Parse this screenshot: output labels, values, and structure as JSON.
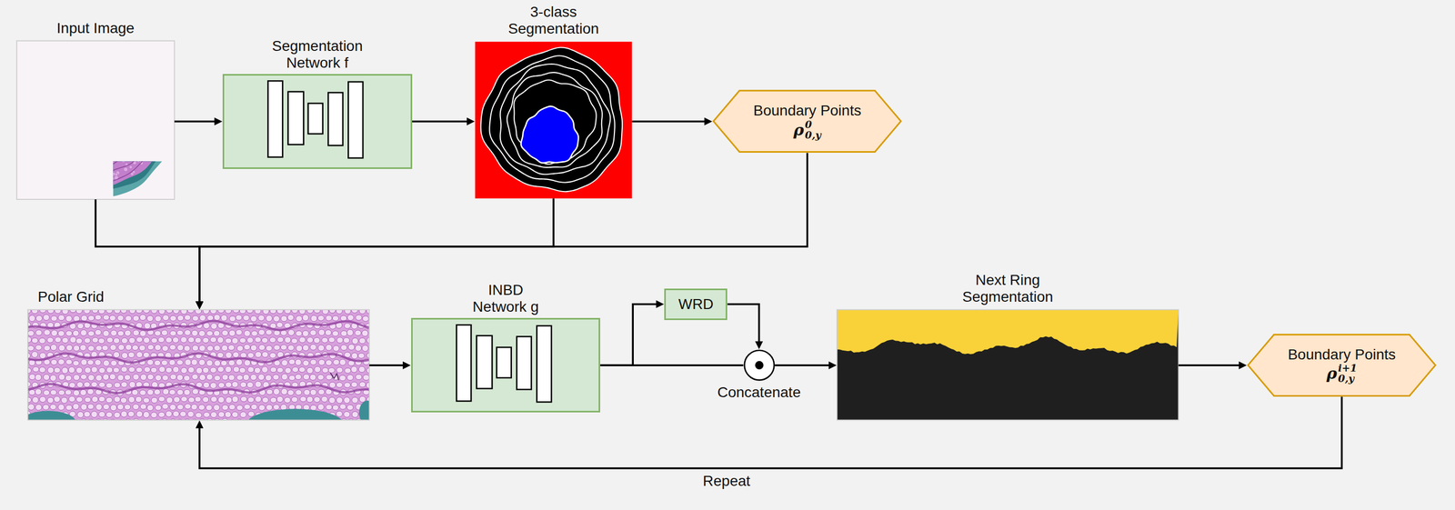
{
  "diagram": {
    "nodes": [
      {
        "text": [
          "Input Image"
        ]
      },
      {
        "text": [
          "Segmentation Network f"
        ]
      },
      {
        "text": [
          "3-class Segmentation"
        ]
      },
      {
        "text": [
          "Boundary Points",
          "ρ",
          "0",
          "0,y"
        ]
      },
      {
        "text": [
          "Polar Grid"
        ]
      },
      {
        "text": [
          "INBD Network g"
        ]
      },
      {
        "text": [
          "WRD"
        ]
      },
      {
        "text": [
          "Concatenate"
        ]
      },
      {
        "text": [
          "Next Ring Segmentation"
        ]
      },
      {
        "text": [
          "Boundary Points",
          "ρ",
          "i+1",
          "0,y"
        ]
      }
    ],
    "edges": [
      {
        "from": 0,
        "to": 1,
        "arrow": "to"
      },
      {
        "from": 1,
        "to": 2,
        "arrow": "to"
      },
      {
        "from": 2,
        "to": 3,
        "arrow": "to"
      },
      {
        "from": 0,
        "to": 4,
        "arrow": "to"
      },
      {
        "from": 2,
        "to": 4,
        "arrow": "to"
      },
      {
        "from": 3,
        "to": 4,
        "arrow": "to"
      },
      {
        "from": 4,
        "to": 5,
        "arrow": "to"
      },
      {
        "from": 5,
        "to": 6,
        "arrow": "to"
      },
      {
        "from": 5,
        "to": 7,
        "arrow": "none"
      },
      {
        "from": 6,
        "to": 7,
        "arrow": "to"
      },
      {
        "from": 7,
        "to": 8,
        "arrow": "to"
      },
      {
        "from": 8,
        "to": 9,
        "arrow": "to"
      },
      {
        "from": 9,
        "to": 4,
        "arrow": "to",
        "label": "Repeat"
      }
    ]
  }
}
